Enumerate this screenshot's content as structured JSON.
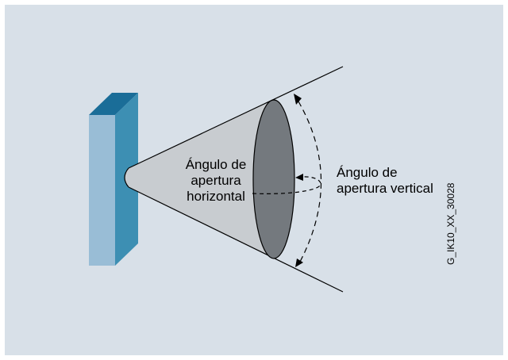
{
  "colors": {
    "background": "#d8e0e8",
    "frame": "#ffffff",
    "cone": "#c8ccd0",
    "ellipse": "#74797e",
    "sensor_front": "#99bdd6",
    "sensor_side": "#3d8fb3",
    "sensor_top": "#1a6d98"
  },
  "labels": {
    "horizontal_line1": "Ángulo de",
    "horizontal_line2": "apertura",
    "horizontal_line3": "horizontal",
    "vertical_line1": "Ángulo de",
    "vertical_line2": "apertura vertical"
  },
  "figure_id": "G_IK10_XX_30028"
}
